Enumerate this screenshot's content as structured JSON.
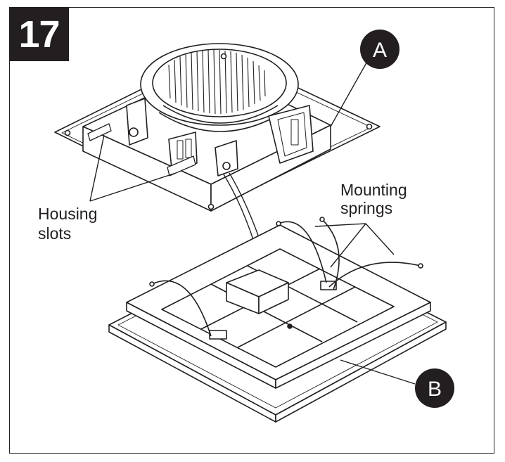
{
  "step": {
    "number": "17"
  },
  "labels": {
    "housing_line1": "Housing",
    "housing_line2": "slots",
    "springs_line1": "Mounting",
    "springs_line2": "springs"
  },
  "callouts": {
    "a": "A",
    "b": "B"
  },
  "colors": {
    "badge_bg": "#231f20",
    "line": "#231f20",
    "fill": "#ffffff",
    "shade": "#bfbfbf"
  }
}
